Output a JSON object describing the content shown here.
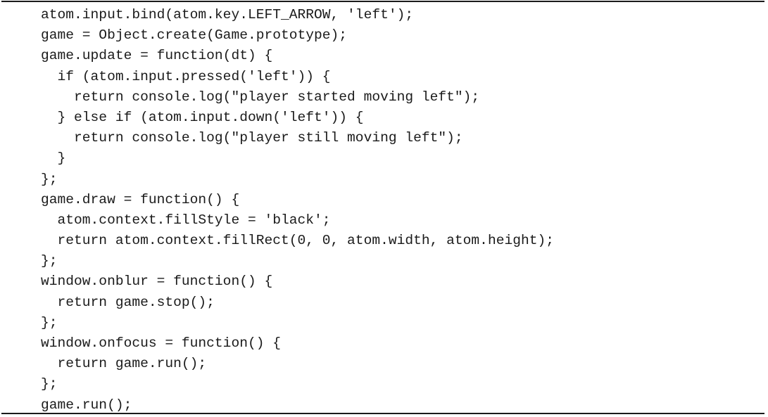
{
  "code": {
    "lines": [
      "atom.input.bind(atom.key.LEFT_ARROW, 'left');",
      "game = Object.create(Game.prototype);",
      "game.update = function(dt) {",
      "  if (atom.input.pressed('left')) {",
      "    return console.log(\"player started moving left\");",
      "  } else if (atom.input.down('left')) {",
      "    return console.log(\"player still moving left\");",
      "  }",
      "};",
      "game.draw = function() {",
      "  atom.context.fillStyle = 'black';",
      "  return atom.context.fillRect(0, 0, atom.width, atom.height);",
      "};",
      "window.onblur = function() {",
      "  return game.stop();",
      "};",
      "window.onfocus = function() {",
      "  return game.run();",
      "};",
      "game.run();"
    ]
  }
}
